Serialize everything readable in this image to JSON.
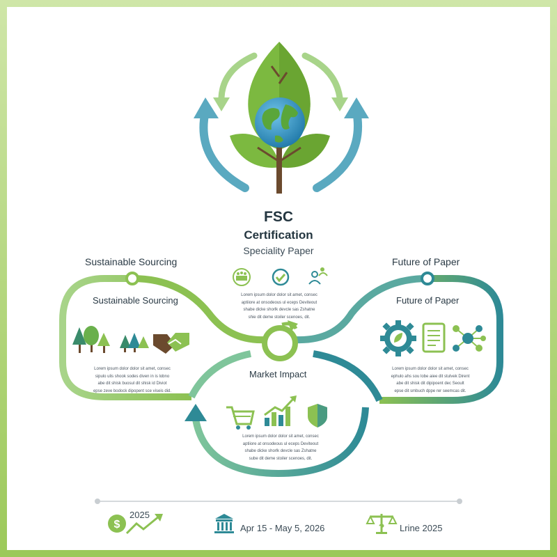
{
  "header": {
    "title": "FSC",
    "subtitle": "Certification",
    "tagline": "Speciality Paper"
  },
  "sections": {
    "sourcing": {
      "outer_label": "Sustainable Sourcing",
      "inner_label": "Sustainable Sourcing",
      "body": [
        "Lorem ipsum dolor dolor sit amet, consec",
        "sipulo ulis shook sodes diven in is lobno",
        "abe dit shisk buosul dit shisk id Diviot",
        "epse zeve bodock dipopent sce viseis did."
      ]
    },
    "center": {
      "body": [
        "Lorem ipsum dolor dolor sit amet, consec",
        "aptiiore at onsodeous ul eceps Deviteout",
        "shabe dicke shorlk devcle sas Zshatne",
        "shie dit deme stoiler scenoes, dit."
      ]
    },
    "future": {
      "outer_label": "Future of Paper",
      "inner_label": "Future of Paper",
      "body": [
        "Lorem ipsum dolor dolor sit amet, consec",
        "ephulo ahs sou lobe aiee dit stulvek Dirent",
        "abe dit shisk dit dipipoent dec Seoult",
        "epse dit smbuch dppe rer seemcas dit."
      ]
    },
    "market": {
      "label": "Market Impact",
      "body": [
        "Lorem ipsum dolor dolor sit amet, consec",
        "aptiiore at onsodeous ul eceps Deviteout",
        "shabe dicke shorlk devcle sas Zshatne",
        "sube dit deme stoiler scenoes, dit."
      ]
    }
  },
  "footer": {
    "left": "2025",
    "middle": "Apr 15 - May 5, 2026",
    "right": "Lrine 2025"
  },
  "colors": {
    "green": "#8cc152",
    "teal": "#2e8a96",
    "light_green": "#9ccd7a",
    "trunk": "#6b4a2e"
  },
  "icons": [
    "tree-icon",
    "handshake-icon",
    "people-icon",
    "checkmark-icon",
    "group-icon",
    "gear-leaf-icon",
    "document-icon",
    "network-icon",
    "cart-icon",
    "growth-chart-icon",
    "shield-icon",
    "dollar-icon",
    "bank-icon",
    "scales-icon"
  ]
}
